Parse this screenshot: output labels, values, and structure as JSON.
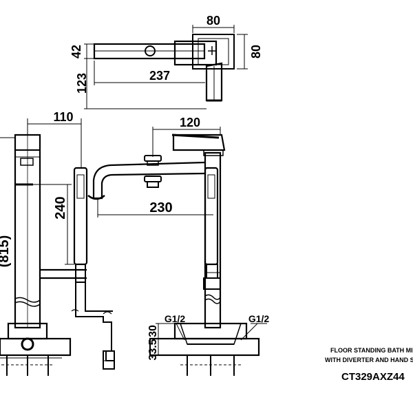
{
  "dimensions": {
    "top_width": "80",
    "top_height_left": "42",
    "top_height_right": "80",
    "top_length": "237",
    "top_offset": "123",
    "spout_reach_top": "120",
    "spout_reach": "230",
    "side_width": "110",
    "hand_shower_length": "240",
    "overall_height": "(815)",
    "connection_left": "G1/2",
    "connection_right": "G1/2",
    "base_height_upper": "30",
    "base_height_lower": "33.5"
  },
  "title_block": {
    "line1": "FLOOR STANDING BATH MIXER",
    "line2": "WITH DIVERTER  AND HAND SHO",
    "model": "CT329AXZ44"
  }
}
